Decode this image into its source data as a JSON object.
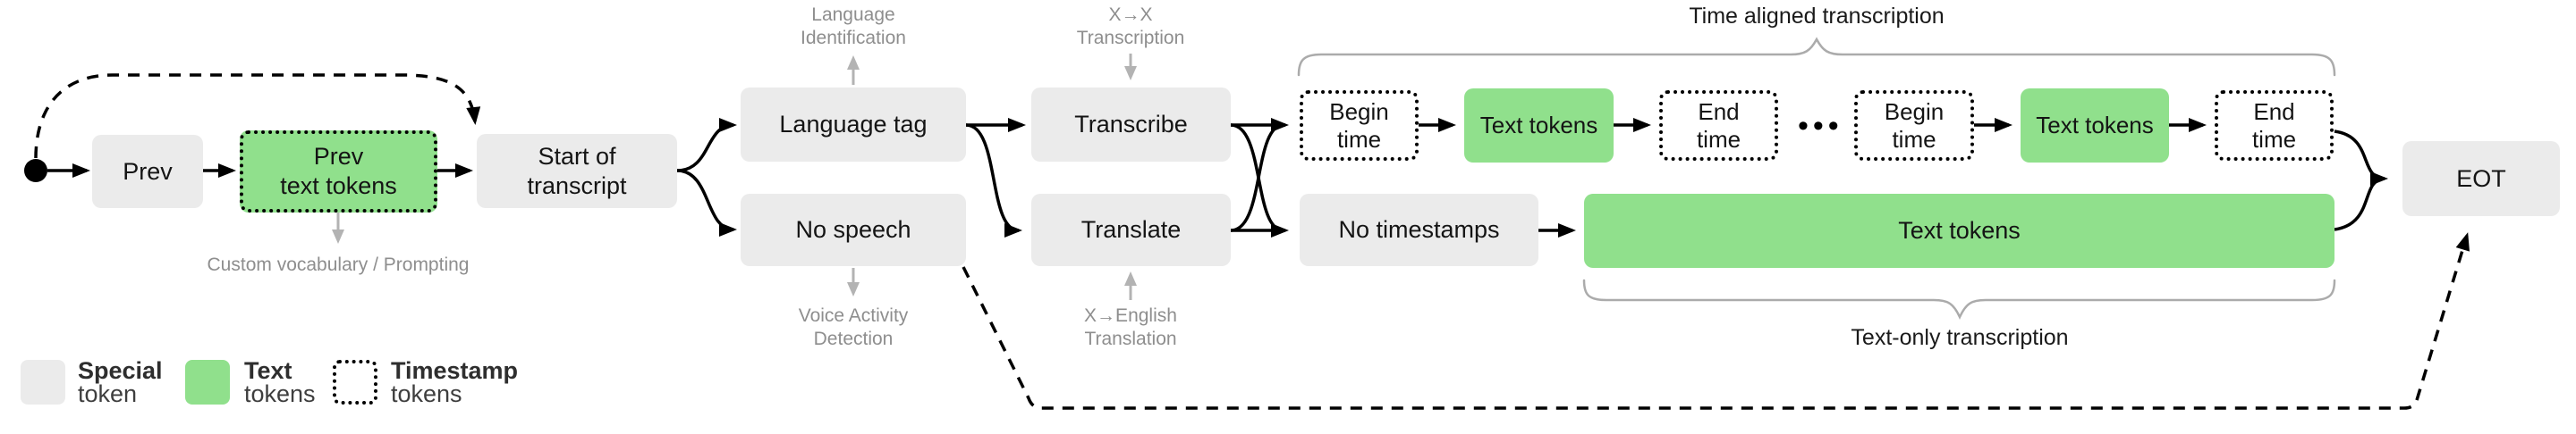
{
  "figure": {
    "nodes": {
      "prev": {
        "label": "Prev"
      },
      "prev_text_tokens": {
        "line1": "Prev",
        "line2": "text tokens"
      },
      "start_of_transcript": {
        "line1": "Start of",
        "line2": "transcript"
      },
      "language_tag": {
        "label": "Language tag"
      },
      "no_speech": {
        "label": "No speech"
      },
      "transcribe": {
        "label": "Transcribe"
      },
      "translate": {
        "label": "Translate"
      },
      "begin_time_1": {
        "line1": "Begin",
        "line2": "time"
      },
      "text_tokens_1": {
        "label": "Text tokens"
      },
      "end_time_1": {
        "line1": "End",
        "line2": "time"
      },
      "ellipsis": "•••",
      "begin_time_2": {
        "line1": "Begin",
        "line2": "time"
      },
      "text_tokens_2": {
        "label": "Text tokens"
      },
      "end_time_2": {
        "line1": "End",
        "line2": "time"
      },
      "no_timestamps": {
        "label": "No timestamps"
      },
      "text_tokens_full": {
        "label": "Text tokens"
      },
      "eot": {
        "label": "EOT"
      }
    },
    "annotations": {
      "language_identification": {
        "line1": "Language",
        "line2": "Identification"
      },
      "xx_transcription": {
        "line1": "X→X",
        "line2": "Transcription"
      },
      "custom_vocabulary": {
        "label": "Custom vocabulary / Prompting"
      },
      "voice_activity_detection": {
        "line1": "Voice Activity",
        "line2": "Detection"
      },
      "x_english_translation": {
        "line1": "X→English",
        "line2": "Translation"
      },
      "time_aligned": {
        "label": "Time aligned transcription"
      },
      "text_only": {
        "label": "Text-only transcription"
      }
    },
    "legend": [
      {
        "bold": "Special",
        "rest": "token"
      },
      {
        "bold": "Text",
        "rest": "tokens"
      },
      {
        "bold": "Timestamp",
        "rest": "tokens"
      }
    ],
    "colors": {
      "special_token_fill": "#ebebeb",
      "text_token_fill": "#90e08c",
      "gray_label": "#8e8e8e",
      "brace": "#ababab",
      "arrow_black": "#000000",
      "arrow_gray": "#b3b3b3"
    }
  }
}
